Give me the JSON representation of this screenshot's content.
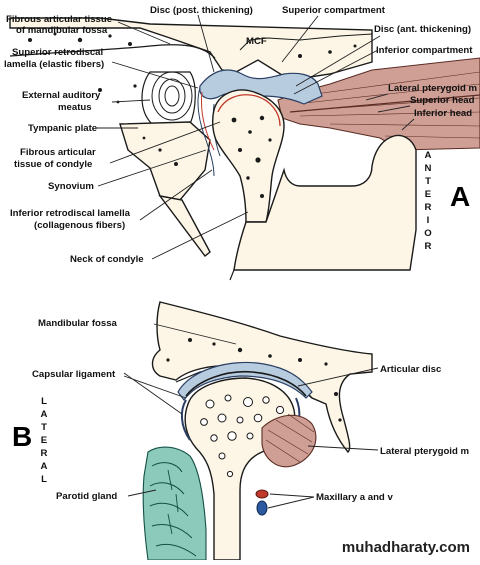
{
  "panelA": {
    "letter": "A",
    "labels": {
      "fibrous_fossa": [
        "Fibrous articular tissue",
        "of mandibular fossa"
      ],
      "disc_post": "Disc (post. thickening)",
      "superior_compartment": "Superior compartment",
      "mcf": "MCF",
      "disc_ant": "Disc (ant. thickening)",
      "superior_retrodiscal": [
        "Superior retrodiscal",
        "lamella (elastic fibers)"
      ],
      "inferior_compartment": "Inferior compartment",
      "external_auditory": [
        "External auditory",
        "meatus"
      ],
      "lateral_pterygoid": "Lateral pterygoid m",
      "superior_head": "Superior head",
      "inferior_head": "Inferior head",
      "tympanic_plate": "Tympanic plate",
      "fibrous_condyle": [
        "Fibrous articular",
        "tissue of condyle"
      ],
      "synovium": "Synovium",
      "inferior_retrodiscal": [
        "Inferior retrodiscal lamella",
        "(collagenous fibers)"
      ],
      "neck_condyle": "Neck of condyle"
    },
    "orientation": [
      "A",
      "N",
      "T",
      "E",
      "R",
      "I",
      "O",
      "R"
    ]
  },
  "panelB": {
    "letter": "B",
    "labels": {
      "mandibular_fossa": "Mandibular fossa",
      "capsular_ligament": "Capsular ligament",
      "articular_disc": "Articular disc",
      "lateral_pterygoid": "Lateral pterygoid m",
      "parotid_gland": "Parotid gland",
      "maxillary": "Maxillary a and v"
    },
    "orientation": [
      "L",
      "A",
      "T",
      "E",
      "R",
      "A",
      "L"
    ]
  },
  "watermark": "muhadharaty.com",
  "colors": {
    "bone": "#fdf6e6",
    "disc": "#b8cce0",
    "muscle": "#cf9f95",
    "gland": "#8ccbbb",
    "artery": "#c0392b",
    "vein": "#2c5aa0"
  }
}
